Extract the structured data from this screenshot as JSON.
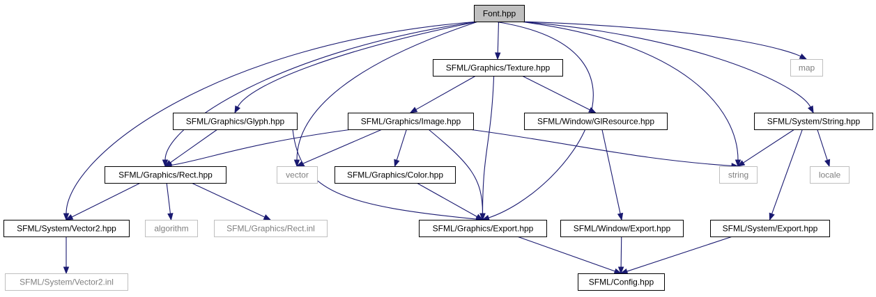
{
  "graph": {
    "edge_color": "#191970",
    "nodes": [
      {
        "id": "font",
        "label": "Font.hpp",
        "kind": "main"
      },
      {
        "id": "texture",
        "label": "SFML/Graphics/Texture.hpp",
        "kind": "local"
      },
      {
        "id": "map",
        "label": "map",
        "kind": "external"
      },
      {
        "id": "glyph",
        "label": "SFML/Graphics/Glyph.hpp",
        "kind": "local"
      },
      {
        "id": "image",
        "label": "SFML/Graphics/Image.hpp",
        "kind": "local"
      },
      {
        "id": "glresource",
        "label": "SFML/Window/GlResource.hpp",
        "kind": "local"
      },
      {
        "id": "sysstring",
        "label": "SFML/System/String.hpp",
        "kind": "local"
      },
      {
        "id": "rect",
        "label": "SFML/Graphics/Rect.hpp",
        "kind": "local"
      },
      {
        "id": "vector",
        "label": "vector",
        "kind": "external"
      },
      {
        "id": "color",
        "label": "SFML/Graphics/Color.hpp",
        "kind": "local"
      },
      {
        "id": "string",
        "label": "string",
        "kind": "external"
      },
      {
        "id": "locale",
        "label": "locale",
        "kind": "external"
      },
      {
        "id": "vector2",
        "label": "SFML/System/Vector2.hpp",
        "kind": "local"
      },
      {
        "id": "algorithm",
        "label": "algorithm",
        "kind": "external"
      },
      {
        "id": "rectinl",
        "label": "SFML/Graphics/Rect.inl",
        "kind": "external"
      },
      {
        "id": "gexport",
        "label": "SFML/Graphics/Export.hpp",
        "kind": "local"
      },
      {
        "id": "wexport",
        "label": "SFML/Window/Export.hpp",
        "kind": "local"
      },
      {
        "id": "sexport",
        "label": "SFML/System/Export.hpp",
        "kind": "local"
      },
      {
        "id": "vector2inl",
        "label": "SFML/System/Vector2.inl",
        "kind": "external"
      },
      {
        "id": "config",
        "label": "SFML/Config.hpp",
        "kind": "local"
      }
    ],
    "edges": [
      {
        "from": "font",
        "to": "texture"
      },
      {
        "from": "font",
        "to": "map"
      },
      {
        "from": "font",
        "to": "glyph"
      },
      {
        "from": "font",
        "to": "rect"
      },
      {
        "from": "font",
        "to": "vector2"
      },
      {
        "from": "font",
        "to": "vector"
      },
      {
        "from": "font",
        "to": "gexport"
      },
      {
        "from": "font",
        "to": "string"
      },
      {
        "from": "font",
        "to": "sysstring"
      },
      {
        "from": "texture",
        "to": "image"
      },
      {
        "from": "texture",
        "to": "glresource"
      },
      {
        "from": "texture",
        "to": "gexport"
      },
      {
        "from": "glyph",
        "to": "rect"
      },
      {
        "from": "glyph",
        "to": "gexport"
      },
      {
        "from": "image",
        "to": "rect"
      },
      {
        "from": "image",
        "to": "vector"
      },
      {
        "from": "image",
        "to": "color"
      },
      {
        "from": "image",
        "to": "gexport"
      },
      {
        "from": "image",
        "to": "string"
      },
      {
        "from": "glresource",
        "to": "wexport"
      },
      {
        "from": "sysstring",
        "to": "string"
      },
      {
        "from": "sysstring",
        "to": "locale"
      },
      {
        "from": "sysstring",
        "to": "sexport"
      },
      {
        "from": "rect",
        "to": "vector2"
      },
      {
        "from": "rect",
        "to": "algorithm"
      },
      {
        "from": "rect",
        "to": "rectinl"
      },
      {
        "from": "color",
        "to": "gexport"
      },
      {
        "from": "vector2",
        "to": "vector2inl"
      },
      {
        "from": "gexport",
        "to": "config"
      },
      {
        "from": "wexport",
        "to": "config"
      },
      {
        "from": "sexport",
        "to": "config"
      }
    ]
  }
}
